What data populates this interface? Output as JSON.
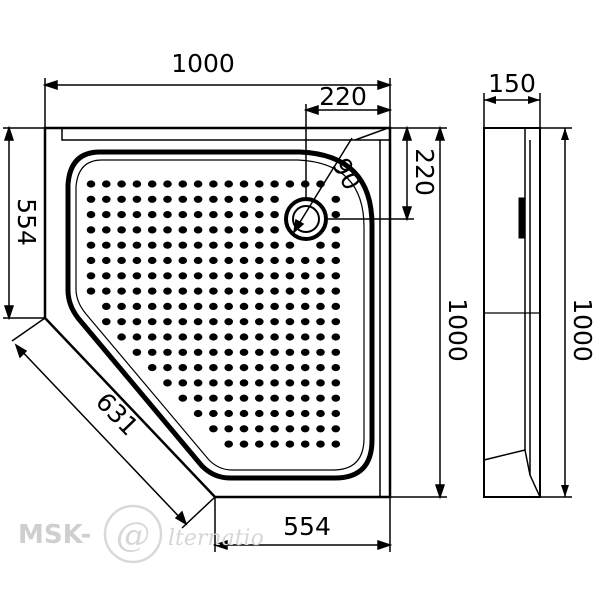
{
  "dimensions": {
    "top_width": "1000",
    "drain_offset_x": "220",
    "drain_offset_y": "220",
    "drain_diameter": "90",
    "left_side": "554",
    "diagonal": "631",
    "bottom_side": "554",
    "right_height": "1000",
    "profile_height": "150",
    "side_height": "1000"
  },
  "watermark": {
    "brand": "MSK-",
    "at_symbol": "@",
    "suffix": "lternatio"
  },
  "colors": {
    "line": "#000000",
    "watermark": "#cfcfcf"
  }
}
